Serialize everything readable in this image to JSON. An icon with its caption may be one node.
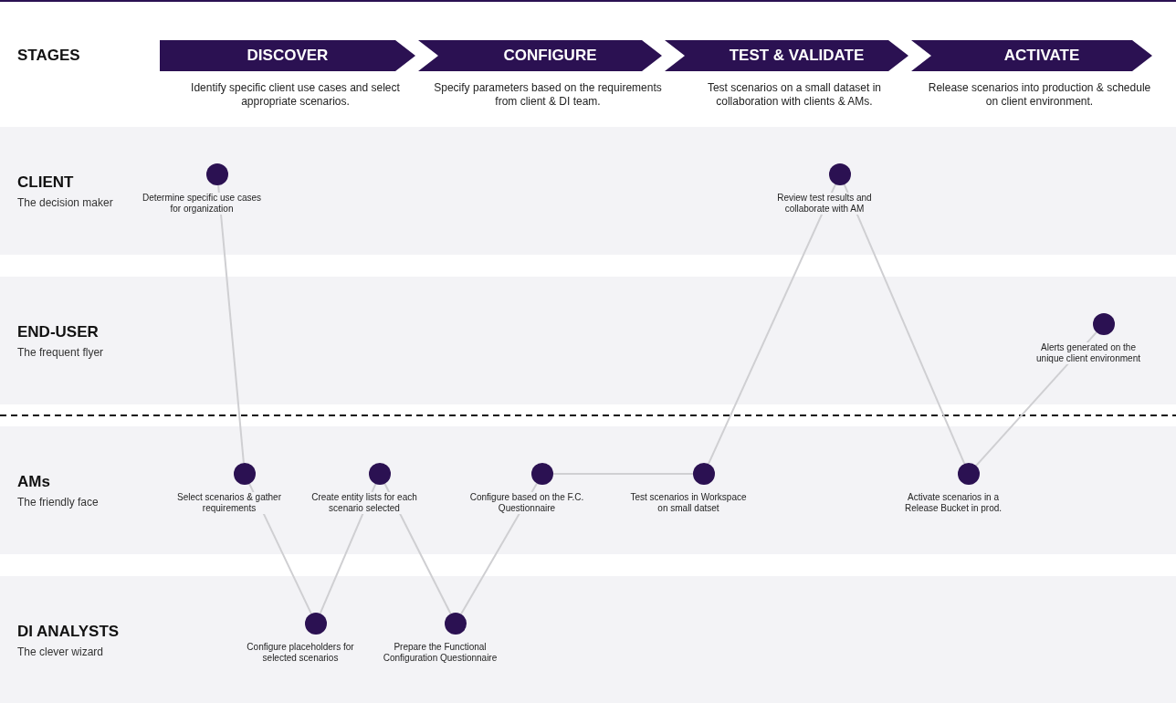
{
  "diagram": {
    "nodes": [
      {
        "text": [
          "DISCOVER"
        ],
        "beside": [
          "Identify specific client use cases and select appropriate scenarios."
        ]
      },
      {
        "text": [
          "CONFIGURE"
        ],
        "beside": [
          "Specify parameters based on the requirements from client & DI team."
        ]
      },
      {
        "text": [
          "TEST & VALIDATE"
        ],
        "beside": [
          "Test scenarios on a small dataset in collaboration with clients & AMs."
        ]
      },
      {
        "text": [
          "ACTIVATE"
        ],
        "beside": [
          "Release scenarios into production & schedule on client environment."
        ]
      },
      {
        "text": [
          "CLIENT",
          "The decision maker"
        ]
      },
      {
        "text": [
          "END-USER",
          "The frequent flyer"
        ]
      },
      {
        "text": [
          "AMs",
          "The friendly face"
        ]
      },
      {
        "text": [
          "DI ANALYSTS",
          "The clever wizard"
        ]
      },
      {
        "text": [
          "Determine specific use cases for organization"
        ],
        "in": 4
      },
      {
        "text": [
          "Review test results and collaborate with AM"
        ],
        "in": 4
      },
      {
        "text": [
          "Alerts generated on the unique client environment"
        ],
        "in": 5
      },
      {
        "text": [
          "Select scenarios & gather requirements"
        ],
        "in": 6
      },
      {
        "text": [
          "Create entity lists for each scenario selected"
        ],
        "in": 6
      },
      {
        "text": [
          "Configure based on the F.C. Questionnaire"
        ],
        "in": 6
      },
      {
        "text": [
          "Test scenarios in Workspace on small datset"
        ],
        "in": 6
      },
      {
        "text": [
          "Activate scenarios in a Release Bucket in prod."
        ],
        "in": 6
      },
      {
        "text": [
          "Configure placeholders for selected scenarios"
        ],
        "in": 7
      },
      {
        "text": [
          "Prepare the Functional Configuration Questionnaire"
        ],
        "in": 7
      }
    ],
    "edges": [
      {
        "from": 8,
        "to": 11,
        "arrow": "none"
      },
      {
        "from": 11,
        "to": 16,
        "arrow": "none"
      },
      {
        "from": 16,
        "to": 12,
        "arrow": "none"
      },
      {
        "from": 12,
        "to": 17,
        "arrow": "none"
      },
      {
        "from": 17,
        "to": 13,
        "arrow": "none"
      },
      {
        "from": 13,
        "to": 14,
        "arrow": "none"
      },
      {
        "from": 14,
        "to": 9,
        "arrow": "none"
      },
      {
        "from": 9,
        "to": 15,
        "arrow": "none"
      },
      {
        "from": 15,
        "to": 10,
        "arrow": "none"
      }
    ],
    "labels": [
      "STAGES"
    ]
  }
}
